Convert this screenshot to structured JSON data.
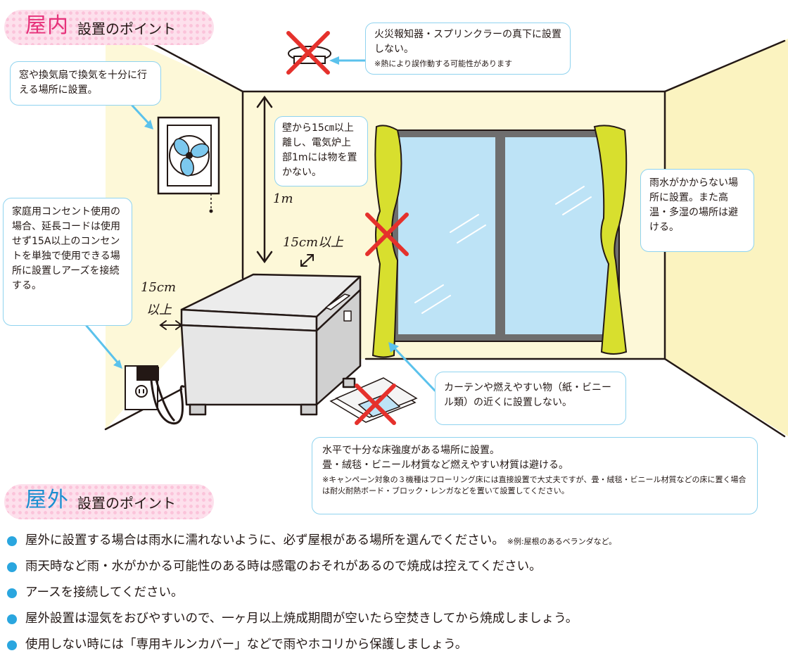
{
  "indoor_heading": {
    "big": "屋内",
    "small": "設置のポイント"
  },
  "outdoor_heading": {
    "big": "屋外",
    "small": "設置のポイント"
  },
  "callouts": {
    "ventilation": "窓や換気扇で換気を十分に行える場所に設置。",
    "smoke_detector": "火災報知器・スプリンクラーの真下に設置しない。",
    "smoke_detector_note": "※熱により誤作動する可能性があります",
    "wall_clearance": "壁から15㎝以上離し、電気炉上部1mには物を置かない。",
    "rain": "雨水がかからない場所に設置。また高温・多湿の場所は避ける。",
    "outlet": "家庭用コンセント使用の場合、延長コードは使用せず15A以上のコンセントを単独で使用できる場所に設置しアーズを接続する。",
    "curtain": "カーテンや燃えやすい物（紙・ビニール類）の近くに設置しない。",
    "floor": "水平で十分な床強度がある場所に設置。",
    "floor_line2": "畳・絨毯・ビニール材質など燃えやすい材質は避ける。",
    "floor_note": "※キャンペーン対象の３機種はフローリング床には直接設置で大丈夫ですが、畳・絨毯・ビニール材質などの床に置く場合は耐火耐熱ボード・ブロック・レンガなどを置いて設置してください。"
  },
  "dimensions": {
    "height": "1m",
    "top_clearance": "15cm以上",
    "side_clearance_1": "15cm",
    "side_clearance_2": "以上"
  },
  "outdoor_points": [
    {
      "text": "屋外に設置する場合は雨水に濡れないように、必ず屋根がある場所を選んでください。",
      "note": "※例:屋根のあるベランダなど。"
    },
    {
      "text": "雨天時など雨・水がかかる可能性のある時は感電のおそれがあるので焼成は控えてください。",
      "note": ""
    },
    {
      "text": "アースを接続してください。",
      "note": ""
    },
    {
      "text": "屋外設置は湿気をおびやすいので、一ヶ月以上焼成期間が空いたら空焚きしてから焼成しましょう。",
      "note": ""
    },
    {
      "text": "使用しない時には「専用キルンカバー」などで雨やホコリから保護しましょう。",
      "note": ""
    }
  ],
  "colors": {
    "wall": "#fdf8d8",
    "wall_side": "#fbf3c0",
    "curtain": "#d8df2e",
    "window": "#bde3f6",
    "callout_border": "#8fd3ef",
    "cross": "#e5312c",
    "indoor_heading_text": "#e6327a",
    "outdoor_heading_text": "#1a8fd0",
    "bullet": "#2aa6df"
  }
}
